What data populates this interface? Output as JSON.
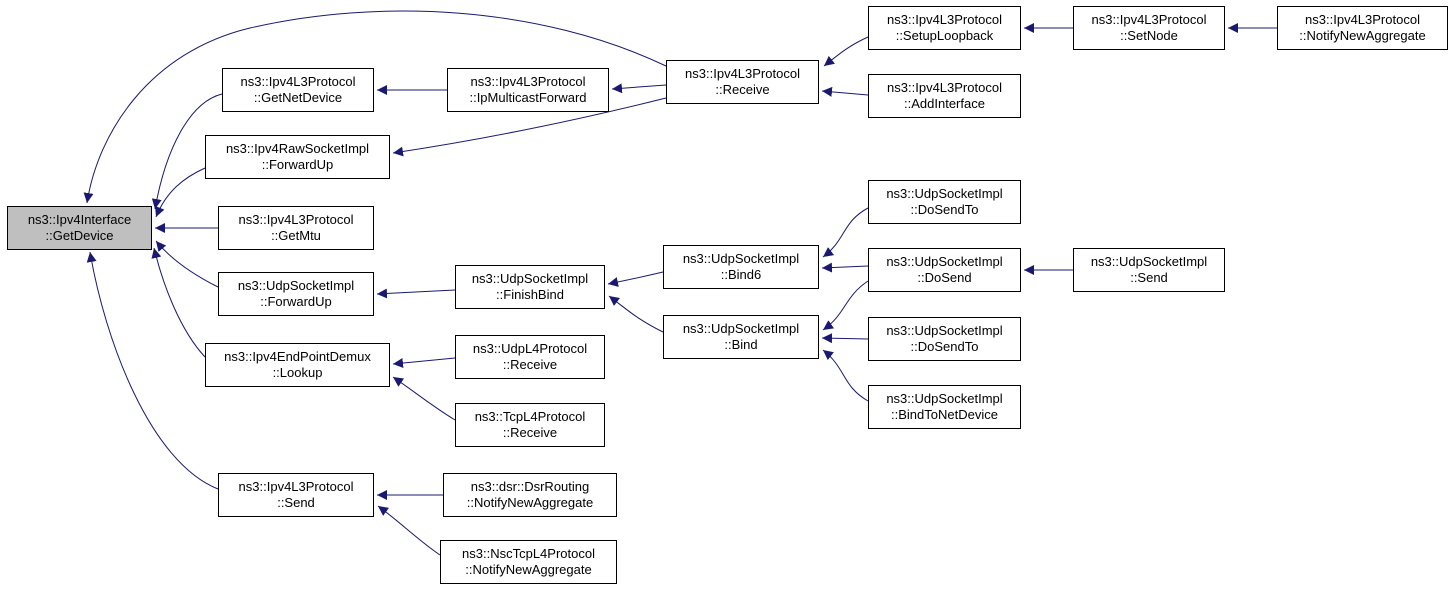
{
  "diagram": {
    "type": "call-graph",
    "root_function": "ns3::Ipv4Interface::GetDevice",
    "colors": {
      "edge": "#191970",
      "node_border": "#000000",
      "node_fill": "#ffffff",
      "highlight_fill": "#bfbfbf"
    },
    "nodes": {
      "getdevice": {
        "line1": "ns3::Ipv4Interface",
        "line2": "::GetDevice",
        "highlighted": true
      },
      "getnetdevice": {
        "line1": "ns3::Ipv4L3Protocol",
        "line2": "::GetNetDevice",
        "highlighted": false
      },
      "ipmulticastforward": {
        "line1": "ns3::Ipv4L3Protocol",
        "line2": "::IpMulticastForward",
        "highlighted": false
      },
      "ipv4_receive": {
        "line1": "ns3::Ipv4L3Protocol",
        "line2": "::Receive",
        "highlighted": false
      },
      "setuploopback": {
        "line1": "ns3::Ipv4L3Protocol",
        "line2": "::SetupLoopback",
        "highlighted": false
      },
      "setnode": {
        "line1": "ns3::Ipv4L3Protocol",
        "line2": "::SetNode",
        "highlighted": false
      },
      "ipv4_notifynewaggregate": {
        "line1": "ns3::Ipv4L3Protocol",
        "line2": "::NotifyNewAggregate",
        "highlighted": false
      },
      "addinterface": {
        "line1": "ns3::Ipv4L3Protocol",
        "line2": "::AddInterface",
        "highlighted": false
      },
      "raw_forwardup": {
        "line1": "ns3::Ipv4RawSocketImpl",
        "line2": "::ForwardUp",
        "highlighted": false
      },
      "getmtu": {
        "line1": "ns3::Ipv4L3Protocol",
        "line2": "::GetMtu",
        "highlighted": false
      },
      "udp_forwardup": {
        "line1": "ns3::UdpSocketImpl",
        "line2": "::ForwardUp",
        "highlighted": false
      },
      "finishbind": {
        "line1": "ns3::UdpSocketImpl",
        "line2": "::FinishBind",
        "highlighted": false
      },
      "bind6": {
        "line1": "ns3::UdpSocketImpl",
        "line2": "::Bind6",
        "highlighted": false
      },
      "bind": {
        "line1": "ns3::UdpSocketImpl",
        "line2": "::Bind",
        "highlighted": false
      },
      "dosendto_1": {
        "line1": "ns3::UdpSocketImpl",
        "line2": "::DoSendTo",
        "highlighted": false
      },
      "dosend": {
        "line1": "ns3::UdpSocketImpl",
        "line2": "::DoSend",
        "highlighted": false
      },
      "udp_send": {
        "line1": "ns3::UdpSocketImpl",
        "line2": "::Send",
        "highlighted": false
      },
      "dosendto_2": {
        "line1": "ns3::UdpSocketImpl",
        "line2": "::DoSendTo",
        "highlighted": false
      },
      "bindtonetdevice": {
        "line1": "ns3::UdpSocketImpl",
        "line2": "::BindToNetDevice",
        "highlighted": false
      },
      "lookup": {
        "line1": "ns3::Ipv4EndPointDemux",
        "line2": "::Lookup",
        "highlighted": false
      },
      "udpl4_receive": {
        "line1": "ns3::UdpL4Protocol",
        "line2": "::Receive",
        "highlighted": false
      },
      "tcpl4_receive": {
        "line1": "ns3::TcpL4Protocol",
        "line2": "::Receive",
        "highlighted": false
      },
      "ipv4_send": {
        "line1": "ns3::Ipv4L3Protocol",
        "line2": "::Send",
        "highlighted": false
      },
      "dsr_notifynewaggregate": {
        "line1": "ns3::dsr::DsrRouting",
        "line2": "::NotifyNewAggregate",
        "highlighted": false
      },
      "nsc_notifynewaggregate": {
        "line1": "ns3::NscTcpL4Protocol",
        "line2": "::NotifyNewAggregate",
        "highlighted": false
      }
    },
    "edges": [
      {
        "from": "getnetdevice",
        "to": "getdevice"
      },
      {
        "from": "ipv4_receive",
        "to": "getdevice"
      },
      {
        "from": "raw_forwardup",
        "to": "getdevice"
      },
      {
        "from": "getmtu",
        "to": "getdevice"
      },
      {
        "from": "udp_forwardup",
        "to": "getdevice"
      },
      {
        "from": "lookup",
        "to": "getdevice"
      },
      {
        "from": "ipv4_send",
        "to": "getdevice"
      },
      {
        "from": "ipmulticastforward",
        "to": "getnetdevice"
      },
      {
        "from": "ipv4_receive",
        "to": "ipmulticastforward"
      },
      {
        "from": "setuploopback",
        "to": "ipv4_receive"
      },
      {
        "from": "addinterface",
        "to": "ipv4_receive"
      },
      {
        "from": "setnode",
        "to": "setuploopback"
      },
      {
        "from": "ipv4_notifynewaggregate",
        "to": "setnode"
      },
      {
        "from": "ipv4_receive",
        "to": "raw_forwardup"
      },
      {
        "from": "finishbind",
        "to": "udp_forwardup"
      },
      {
        "from": "bind6",
        "to": "finishbind"
      },
      {
        "from": "bind",
        "to": "finishbind"
      },
      {
        "from": "dosendto_1",
        "to": "bind6"
      },
      {
        "from": "dosend",
        "to": "bind6"
      },
      {
        "from": "dosend",
        "to": "bind"
      },
      {
        "from": "dosendto_2",
        "to": "bind"
      },
      {
        "from": "bindtonetdevice",
        "to": "bind"
      },
      {
        "from": "udp_send",
        "to": "dosend"
      },
      {
        "from": "udpl4_receive",
        "to": "lookup"
      },
      {
        "from": "tcpl4_receive",
        "to": "lookup"
      },
      {
        "from": "dsr_notifynewaggregate",
        "to": "ipv4_send"
      },
      {
        "from": "nsc_notifynewaggregate",
        "to": "ipv4_send"
      }
    ]
  }
}
